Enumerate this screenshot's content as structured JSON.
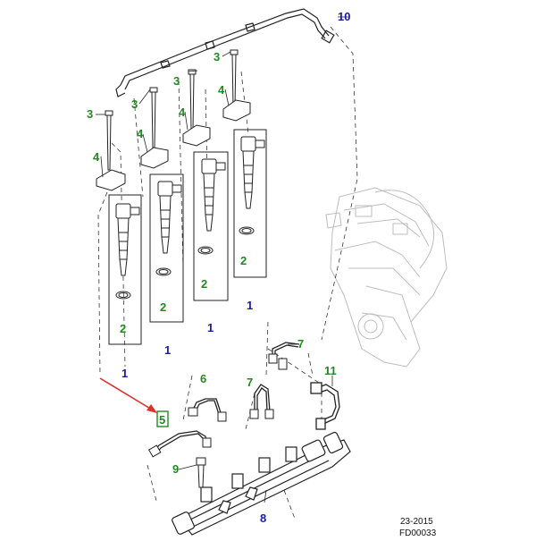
{
  "colors": {
    "callout_green": "#1f8a1f",
    "callout_blue": "#1a1aa8",
    "arrow_red": "#e0302a",
    "outline": "#222222",
    "ghost": "#b8b8b8"
  },
  "callouts": {
    "c1": "1",
    "c2": "2",
    "c3": "3",
    "c4": "4",
    "c5": "5",
    "c6": "6",
    "c7": "7",
    "c8": "8",
    "c9": "9",
    "c10": "10",
    "c11": "11"
  },
  "footer": {
    "date_code": "23-2015",
    "figure_id": "FD00033"
  }
}
